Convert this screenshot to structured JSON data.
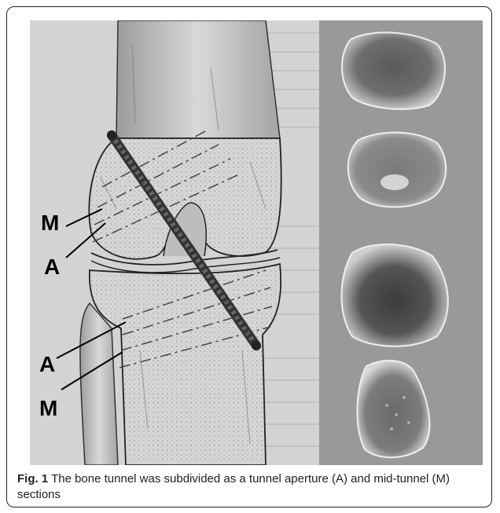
{
  "figure": {
    "markers": {
      "upper_m": "M",
      "upper_a": "A",
      "lower_a": "A",
      "lower_m": "M"
    }
  },
  "caption": {
    "label": "Fig. 1",
    "text": "The bone tunnel was subdivided as a tunnel aperture (A) and mid-tunnel (M) sections"
  }
}
